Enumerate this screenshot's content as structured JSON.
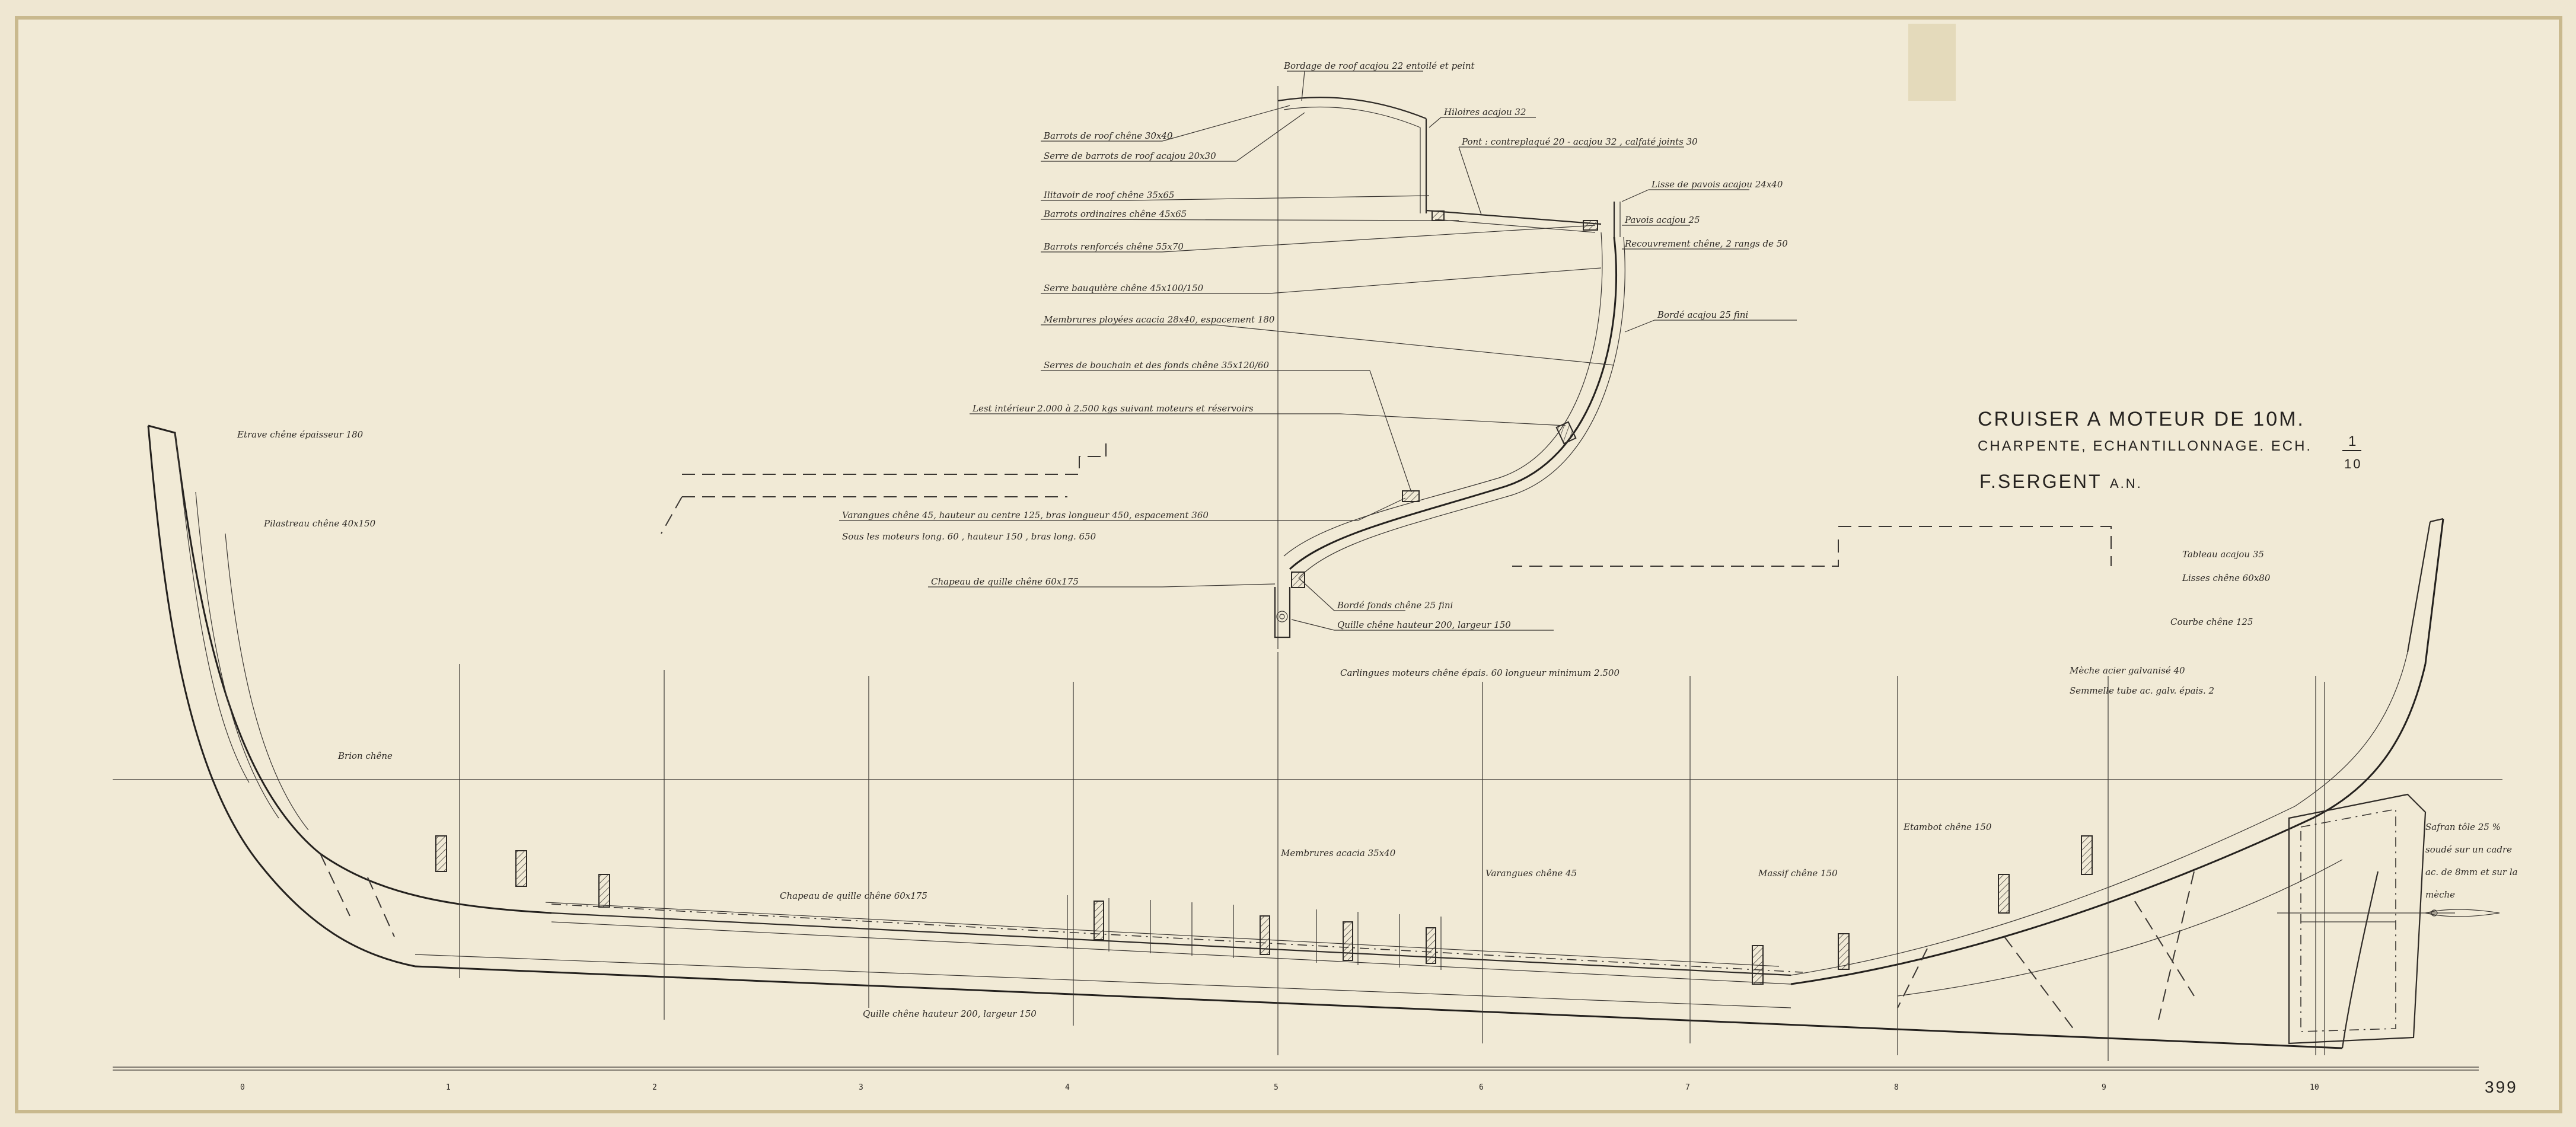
{
  "title": {
    "line1": "CRUISER A MOTEUR DE 10M.",
    "line2": "CHARPENTE, ECHANTILLONNAGE.  ECH.",
    "scale_num": "1",
    "scale_den": "10",
    "author": "F.SERGENT",
    "author_suffix": "A.N."
  },
  "sheet_number": "399",
  "colors": {
    "paper": "#efe7d2",
    "ink": "#2f2b27",
    "border": "#c9b98e"
  },
  "section_labels": [
    "Bordage de roof acajou 22 entoilé et peint",
    "Barrots de roof chêne 30x40",
    "Serre de barrots de roof acajou 20x30",
    "Hiloires acajou 32",
    "Pont : contreplaqué 20 - acajou 32 , calfaté joints 30",
    "Lisse de pavois acajou 24x40",
    "Ilitavoir de roof chêne 35x65",
    "Barrots ordinaires chêne 45x65",
    "Barrots renforcés chêne 55x70",
    "Pavois acajou 25",
    "Recouvrement chêne, 2 rangs de 50",
    "Serre bauquière chêne 45x100/150",
    "Membrures ployées acacia 28x40, espacement 180",
    "Bordé acajou 25 fini",
    "Serres de bouchain et des fonds chêne 35x120/60",
    "Lest intérieur 2.000 à 2.500 kgs suivant moteurs et réservoirs",
    "Varangues chêne 45, hauteur au centre 125, bras longueur 450, espacement 360",
    "Sous les moteurs long. 60 , hauteur 150 , bras long. 650",
    "Chapeau de quille chêne 60x175",
    "Bordé fonds chêne 25 fini",
    "Quille chêne hauteur 200, largeur 150"
  ],
  "profile_labels": [
    "Etrave chêne épaisseur 180",
    "Pilastreau chêne 40x150",
    "Brion chêne",
    "Carlingues moteurs chêne épais. 60 longueur minimum 2.500",
    "Chapeau de quille chêne 60x175",
    "Membrures acacia 35x40",
    "Varangues chêne 45",
    "Quille chêne hauteur 200, largeur 150",
    "Massif chêne 150",
    "Etambot chêne 150",
    "Tableau acajou 35",
    "Lisses chêne 60x80",
    "Courbe chêne 125",
    "Mèche acier galvanisé 40",
    "Semmelle tube ac. galv. épais. 2"
  ],
  "rudder_labels": [
    "Safran tôle 25 %",
    "soudé sur un cadre",
    "ac. de 8mm et sur la",
    "mèche"
  ],
  "station_numbers": [
    "0",
    "1",
    "2",
    "3",
    "4",
    "5",
    "6",
    "7",
    "8",
    "9",
    "10"
  ]
}
